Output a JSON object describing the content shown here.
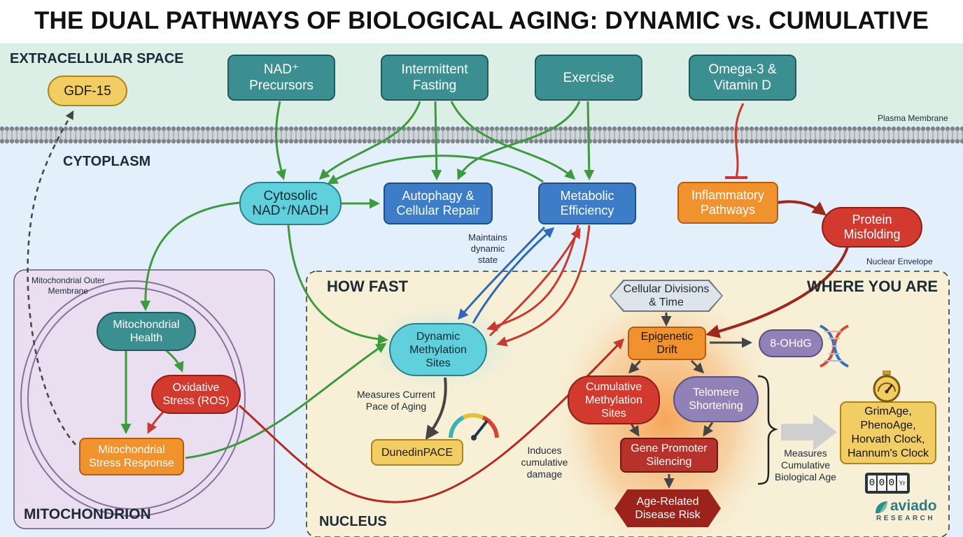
{
  "title": "THE DUAL PATHWAYS OF BIOLOGICAL AGING: DYNAMIC vs. CUMULATIVE",
  "regions": {
    "extracellular": "EXTRACELLULAR SPACE",
    "cytoplasm": "CYTOPLASM",
    "plasma_membrane": "Plasma Membrane",
    "mito_outer_membrane": "Mitochondrial Outer\nMembrane",
    "mitochondrion": "MITOCHONDRION",
    "nuclear_envelope": "Nuclear Envelope",
    "nucleus": "NUCLEUS",
    "how_fast": "HOW FAST",
    "where_you_are": "WHERE YOU ARE"
  },
  "nodes": {
    "gdf15": "GDF-15",
    "nad_precursors": "NAD⁺\nPrecursors",
    "intermittent_fasting": "Intermittent\nFasting",
    "exercise": "Exercise",
    "omega3": "Omega-3 &\nVitamin D",
    "cytosolic_nad": "Cytosolic\nNAD⁺/NADH",
    "autophagy": "Autophagy &\nCellular Repair",
    "metabolic_efficiency": "Metabolic\nEfficiency",
    "inflammatory": "Inflammatory\nPathways",
    "protein_misfolding": "Protein\nMisfolding",
    "mito_health": "Mitochondrial\nHealth",
    "oxidative_stress": "Oxidative\nStress (ROS)",
    "mito_stress_response": "Mitochondrial\nStress Response",
    "dynamic_methylation": "Dynamic\nMethylation\nSites",
    "dunedinpace": "DunedinPACE",
    "cellular_divisions": "Cellular Divisions\n& Time",
    "epigenetic_drift": "Epigenetic\nDrift",
    "ohdg": "8-OHdG",
    "cumulative_methylation": "Cumulative\nMethylation\nSites",
    "telomere": "Telomere\nShortening",
    "gene_promoter": "Gene Promoter\nSilencing",
    "disease_risk": "Age-Related\nDisease Risk",
    "clocks": "GrimAge,\nPhenoAge,\nHorvath Clock,\nHannum's Clock"
  },
  "annotations": {
    "maintains": "Maintains\ndynamic\nstate",
    "measures_current": "Measures Current\nPace of Aging",
    "induces": "Induces\ncumulative\ndamage",
    "measures_cumulative": "Measures\nCumulative\nBiological Age"
  },
  "counter_digits": [
    "0",
    "0",
    "0"
  ],
  "counter_unit": "Yr",
  "brand": {
    "name": "aviado",
    "sub": "RESEARCH"
  },
  "icons": {
    "dna": "dna-helix-icon",
    "gauge": "speedometer-icon",
    "stopwatch": "stopwatch-icon",
    "odometer": "odometer-icon",
    "logo": "aviado-logo-icon"
  },
  "colors": {
    "activation": "#3e9a3e",
    "inhibition": "#c83a2e",
    "feedback": "#2f68b8",
    "damage": "#b42a22",
    "extracellular_bg": "#dcefe7",
    "cytoplasm_bg": "#e3f0fb",
    "mitochondrion_bg": "#eadff0",
    "nucleus_bg": "#f7efd6"
  }
}
